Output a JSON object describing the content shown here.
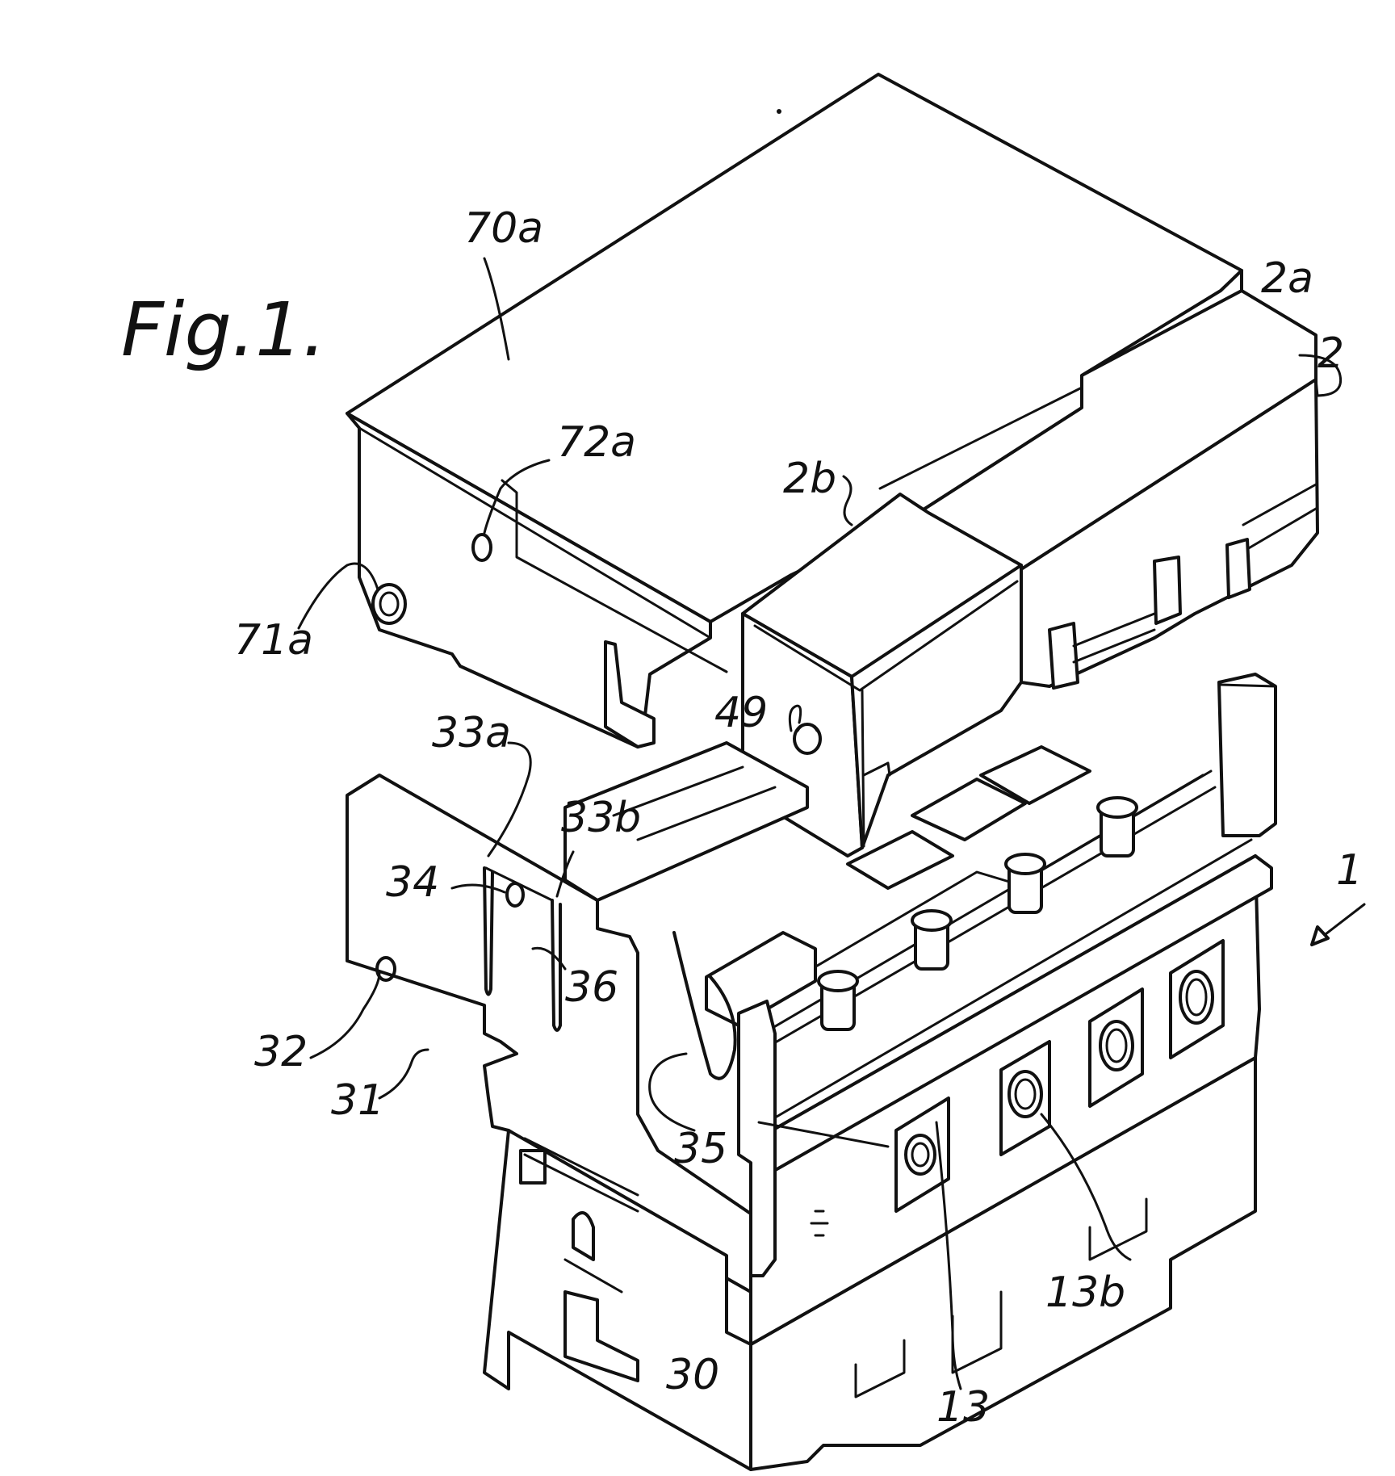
{
  "figure": {
    "title": "Fig.1.",
    "labels": {
      "cover_top": "70a",
      "cover_hole_upper": "72a",
      "cover_hole_lower": "71a",
      "housing_top": "2a",
      "housing": "2",
      "module": "2b",
      "pin": "49",
      "slot_a": "33a",
      "slot_b": "33b",
      "hole_34": "34",
      "plate_36": "36",
      "hole_32": "32",
      "side_31": "31",
      "notch_35": "35",
      "base_30": "30",
      "assembly": "1",
      "terminal_13b": "13b",
      "terminal_13": "13"
    }
  }
}
